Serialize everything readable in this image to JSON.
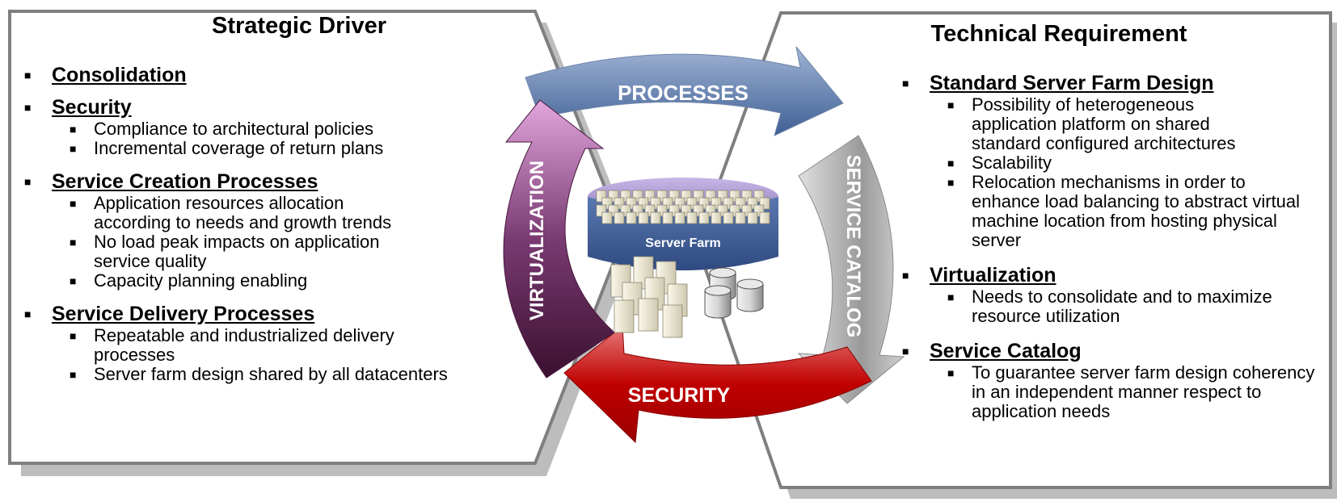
{
  "left_panel": {
    "title": "Strategic Driver",
    "sections": [
      {
        "title": "Consolidation",
        "items": []
      },
      {
        "title": "Security",
        "items": [
          "Compliance to architectural policies",
          "Incremental coverage of return plans"
        ]
      },
      {
        "title": "Service Creation Processes",
        "items": [
          "Application resources allocation according to needs and growth trends",
          "No load peak impacts on application service quality",
          "Capacity planning enabling"
        ]
      },
      {
        "title": "Service Delivery Processes",
        "items": [
          "Repeatable and industrialized delivery processes",
          "Server farm design shared by all datacenters"
        ]
      }
    ]
  },
  "right_panel": {
    "title": "Technical Requirement",
    "sections": [
      {
        "title": "Standard Server Farm Design",
        "items": [
          "Possibility of heterogeneous application platform on shared standard configured architectures",
          "Scalability",
          "Relocation mechanisms in order to enhance load balancing to abstract virtual machine location from hosting physical server"
        ]
      },
      {
        "title": "Virtualization",
        "items": [
          "Needs to consolidate and to maximize resource utilization"
        ]
      },
      {
        "title": "Service Catalog",
        "items": [
          "To guarantee server farm design coherency in an independent manner respect to application needs"
        ]
      }
    ]
  },
  "cycle": {
    "top": "PROCESSES",
    "right": "SERVICE CATALOG",
    "bottom": "SECURITY",
    "left": "VIRTUALIZATION",
    "center": "Server Farm"
  },
  "colors": {
    "processes": "#4a6fa5",
    "service_catalog": "#9a9a9a",
    "security": "#c00000",
    "virtualization": "#6a2a60",
    "panel_border": "#7f7f7f"
  },
  "icons": {
    "bullet": "square-bullet",
    "servers": "server-rack-icon",
    "storage": "database-icon"
  }
}
